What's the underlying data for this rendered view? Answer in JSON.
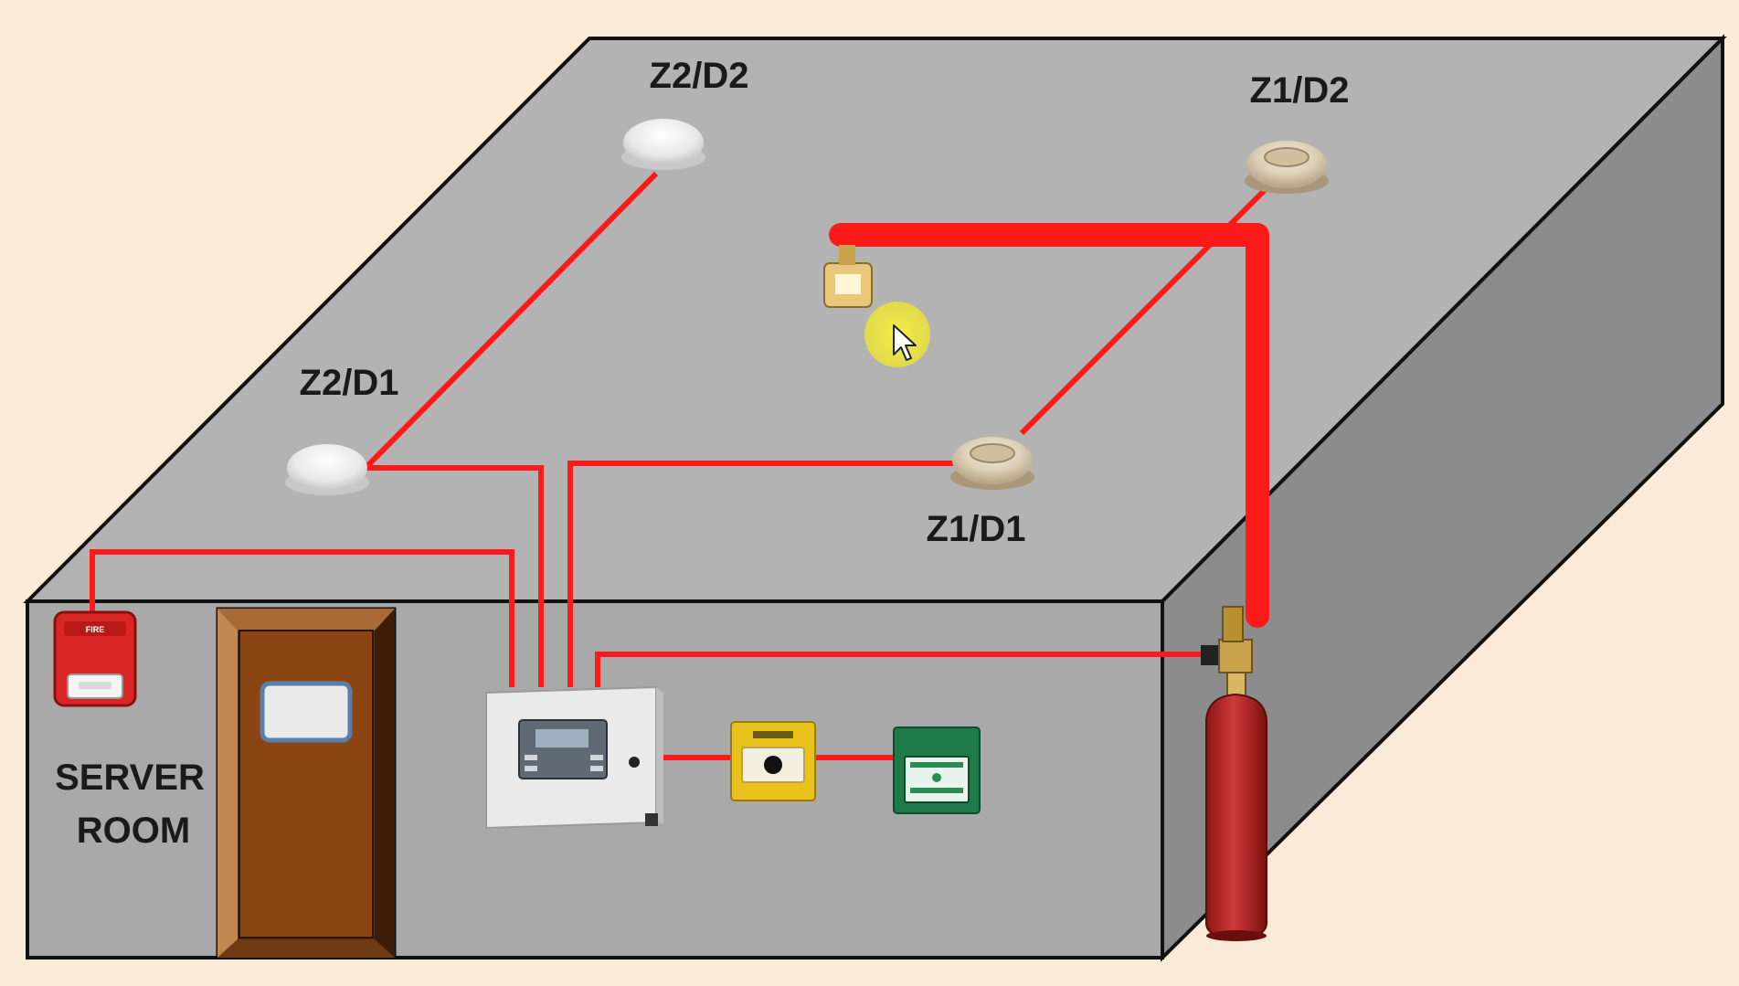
{
  "diagram": {
    "room_label_line1": "SERVER",
    "room_label_line2": "ROOM",
    "detectors": {
      "z2d2": "Z2/D2",
      "z1d2": "Z1/D2",
      "z2d1": "Z2/D1",
      "z1d1": "Z1/D1"
    },
    "sounder_text": "FIRE"
  },
  "colors": {
    "background": "#faebd9",
    "wire": "#ff1a1a",
    "floor_top": "#b3b3b3",
    "front_wall": "#a8a8a8",
    "side_wall": "#8a8a8a",
    "door": "#8b4513",
    "cylinder": "#b52020",
    "cursor_highlight": "#f5ef3a"
  },
  "icons": {
    "cursor": "mouse-pointer-icon"
  }
}
